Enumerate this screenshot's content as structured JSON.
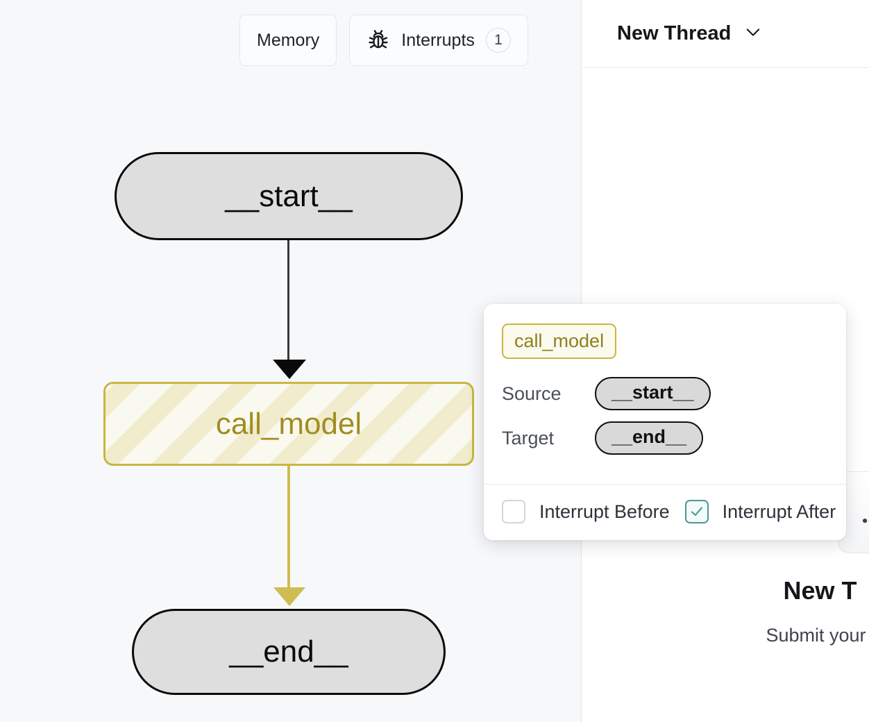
{
  "graph_panel": {
    "toolbar": {
      "memory_label": "Memory",
      "interrupts_label": "Interrupts",
      "interrupts_icon": "bug-icon",
      "interrupts_count": "1"
    },
    "nodes": [
      {
        "id": "start",
        "label": "__start__",
        "shape": "pill",
        "state": "default"
      },
      {
        "id": "call_model",
        "label": "call_model",
        "shape": "rounded-rect",
        "state": "interrupted"
      },
      {
        "id": "end",
        "label": "__end__",
        "shape": "pill",
        "state": "default"
      }
    ],
    "edges": [
      {
        "from": "__start__",
        "to": "call_model",
        "color": "#0a0a0a"
      },
      {
        "from": "call_model",
        "to": "__end__",
        "color": "#cfbc52"
      }
    ]
  },
  "edge_popover": {
    "name_badge": "call_model",
    "source_label": "Source",
    "source_value": "__start__",
    "target_label": "Target",
    "target_value": "__end__",
    "interrupt_before_label": "Interrupt Before",
    "interrupt_before_checked": false,
    "interrupt_after_label": "Interrupt After",
    "interrupt_after_checked": true
  },
  "right_panel": {
    "thread_title": "New Thread",
    "thread_chevron_icon": "chevron-down-icon",
    "card_icon": "sparkle-icon",
    "empty_title": "New T",
    "empty_subtitle": "Submit your input"
  },
  "colors": {
    "accent_olive": "#c9b63f",
    "accent_teal": "#4a9a94",
    "node_gray": "#dedede",
    "panel_bg": "#f7f8fa"
  }
}
